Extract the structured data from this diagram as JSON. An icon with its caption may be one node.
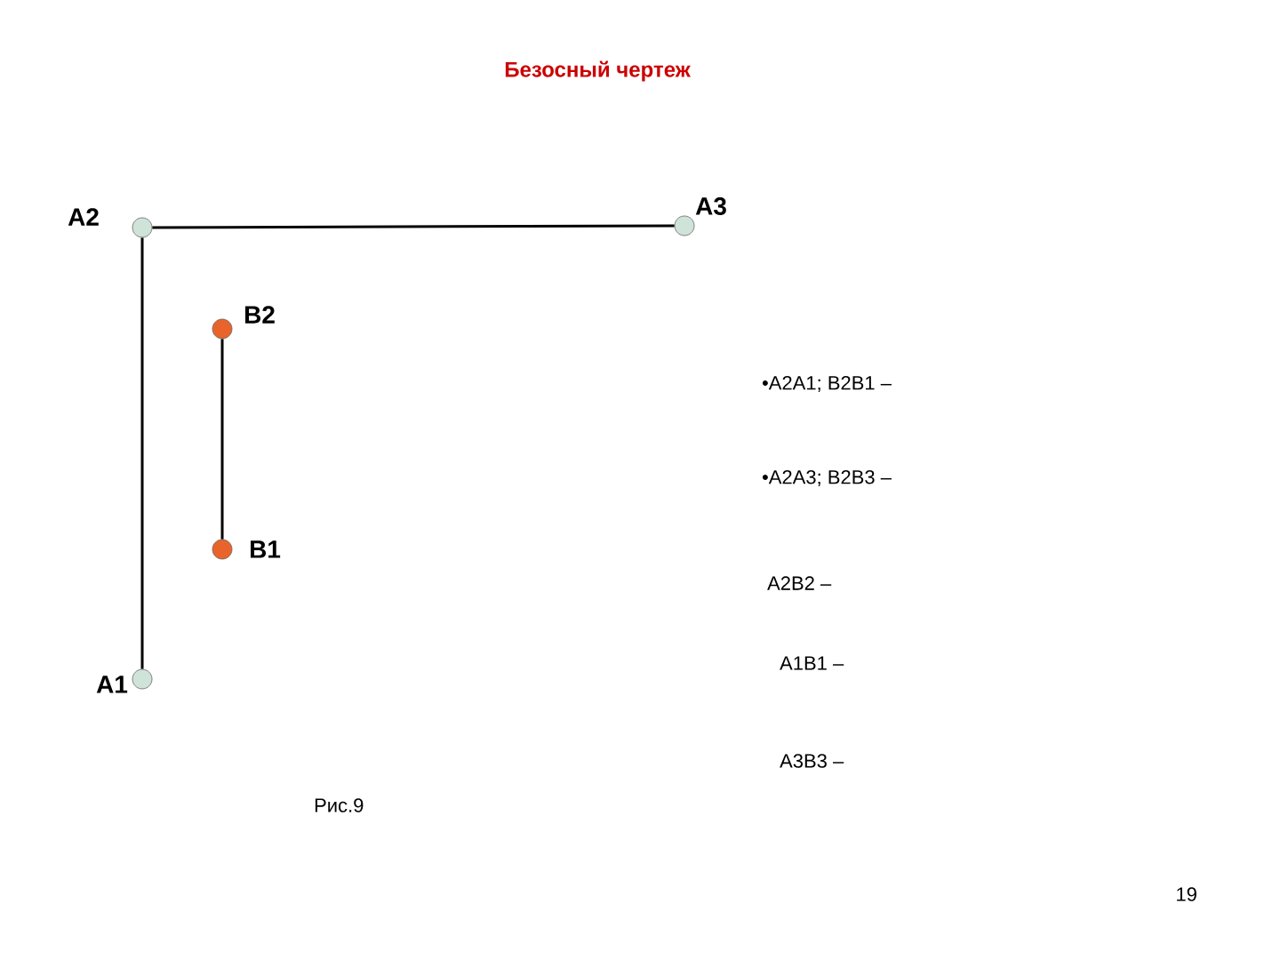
{
  "diagram": {
    "title": "Безосный чертеж",
    "nodes": [
      {
        "text": [],
        "shape": "circle",
        "beside": [
          "A2"
        ]
      },
      {
        "text": [],
        "shape": "circle",
        "beside": [
          "A3"
        ]
      },
      {
        "text": [],
        "shape": "circle",
        "beside": [
          "B2"
        ]
      },
      {
        "text": [],
        "shape": "circle",
        "beside": [
          "B1"
        ]
      },
      {
        "text": [],
        "shape": "circle",
        "beside": [
          "A1"
        ]
      }
    ],
    "edges": [
      {
        "from": 0,
        "to": 1,
        "arrow": "none"
      },
      {
        "from": 0,
        "to": 4,
        "arrow": "none"
      },
      {
        "from": 2,
        "to": 3,
        "arrow": "none",
        "color": "#000000"
      }
    ],
    "labels": [
      "•A2A1; B2B1 –",
      "•A2A3; B2B3 –",
      "A2B2 –",
      "A1B1 –",
      "A3B3 –",
      "Рис.9",
      "19"
    ]
  }
}
